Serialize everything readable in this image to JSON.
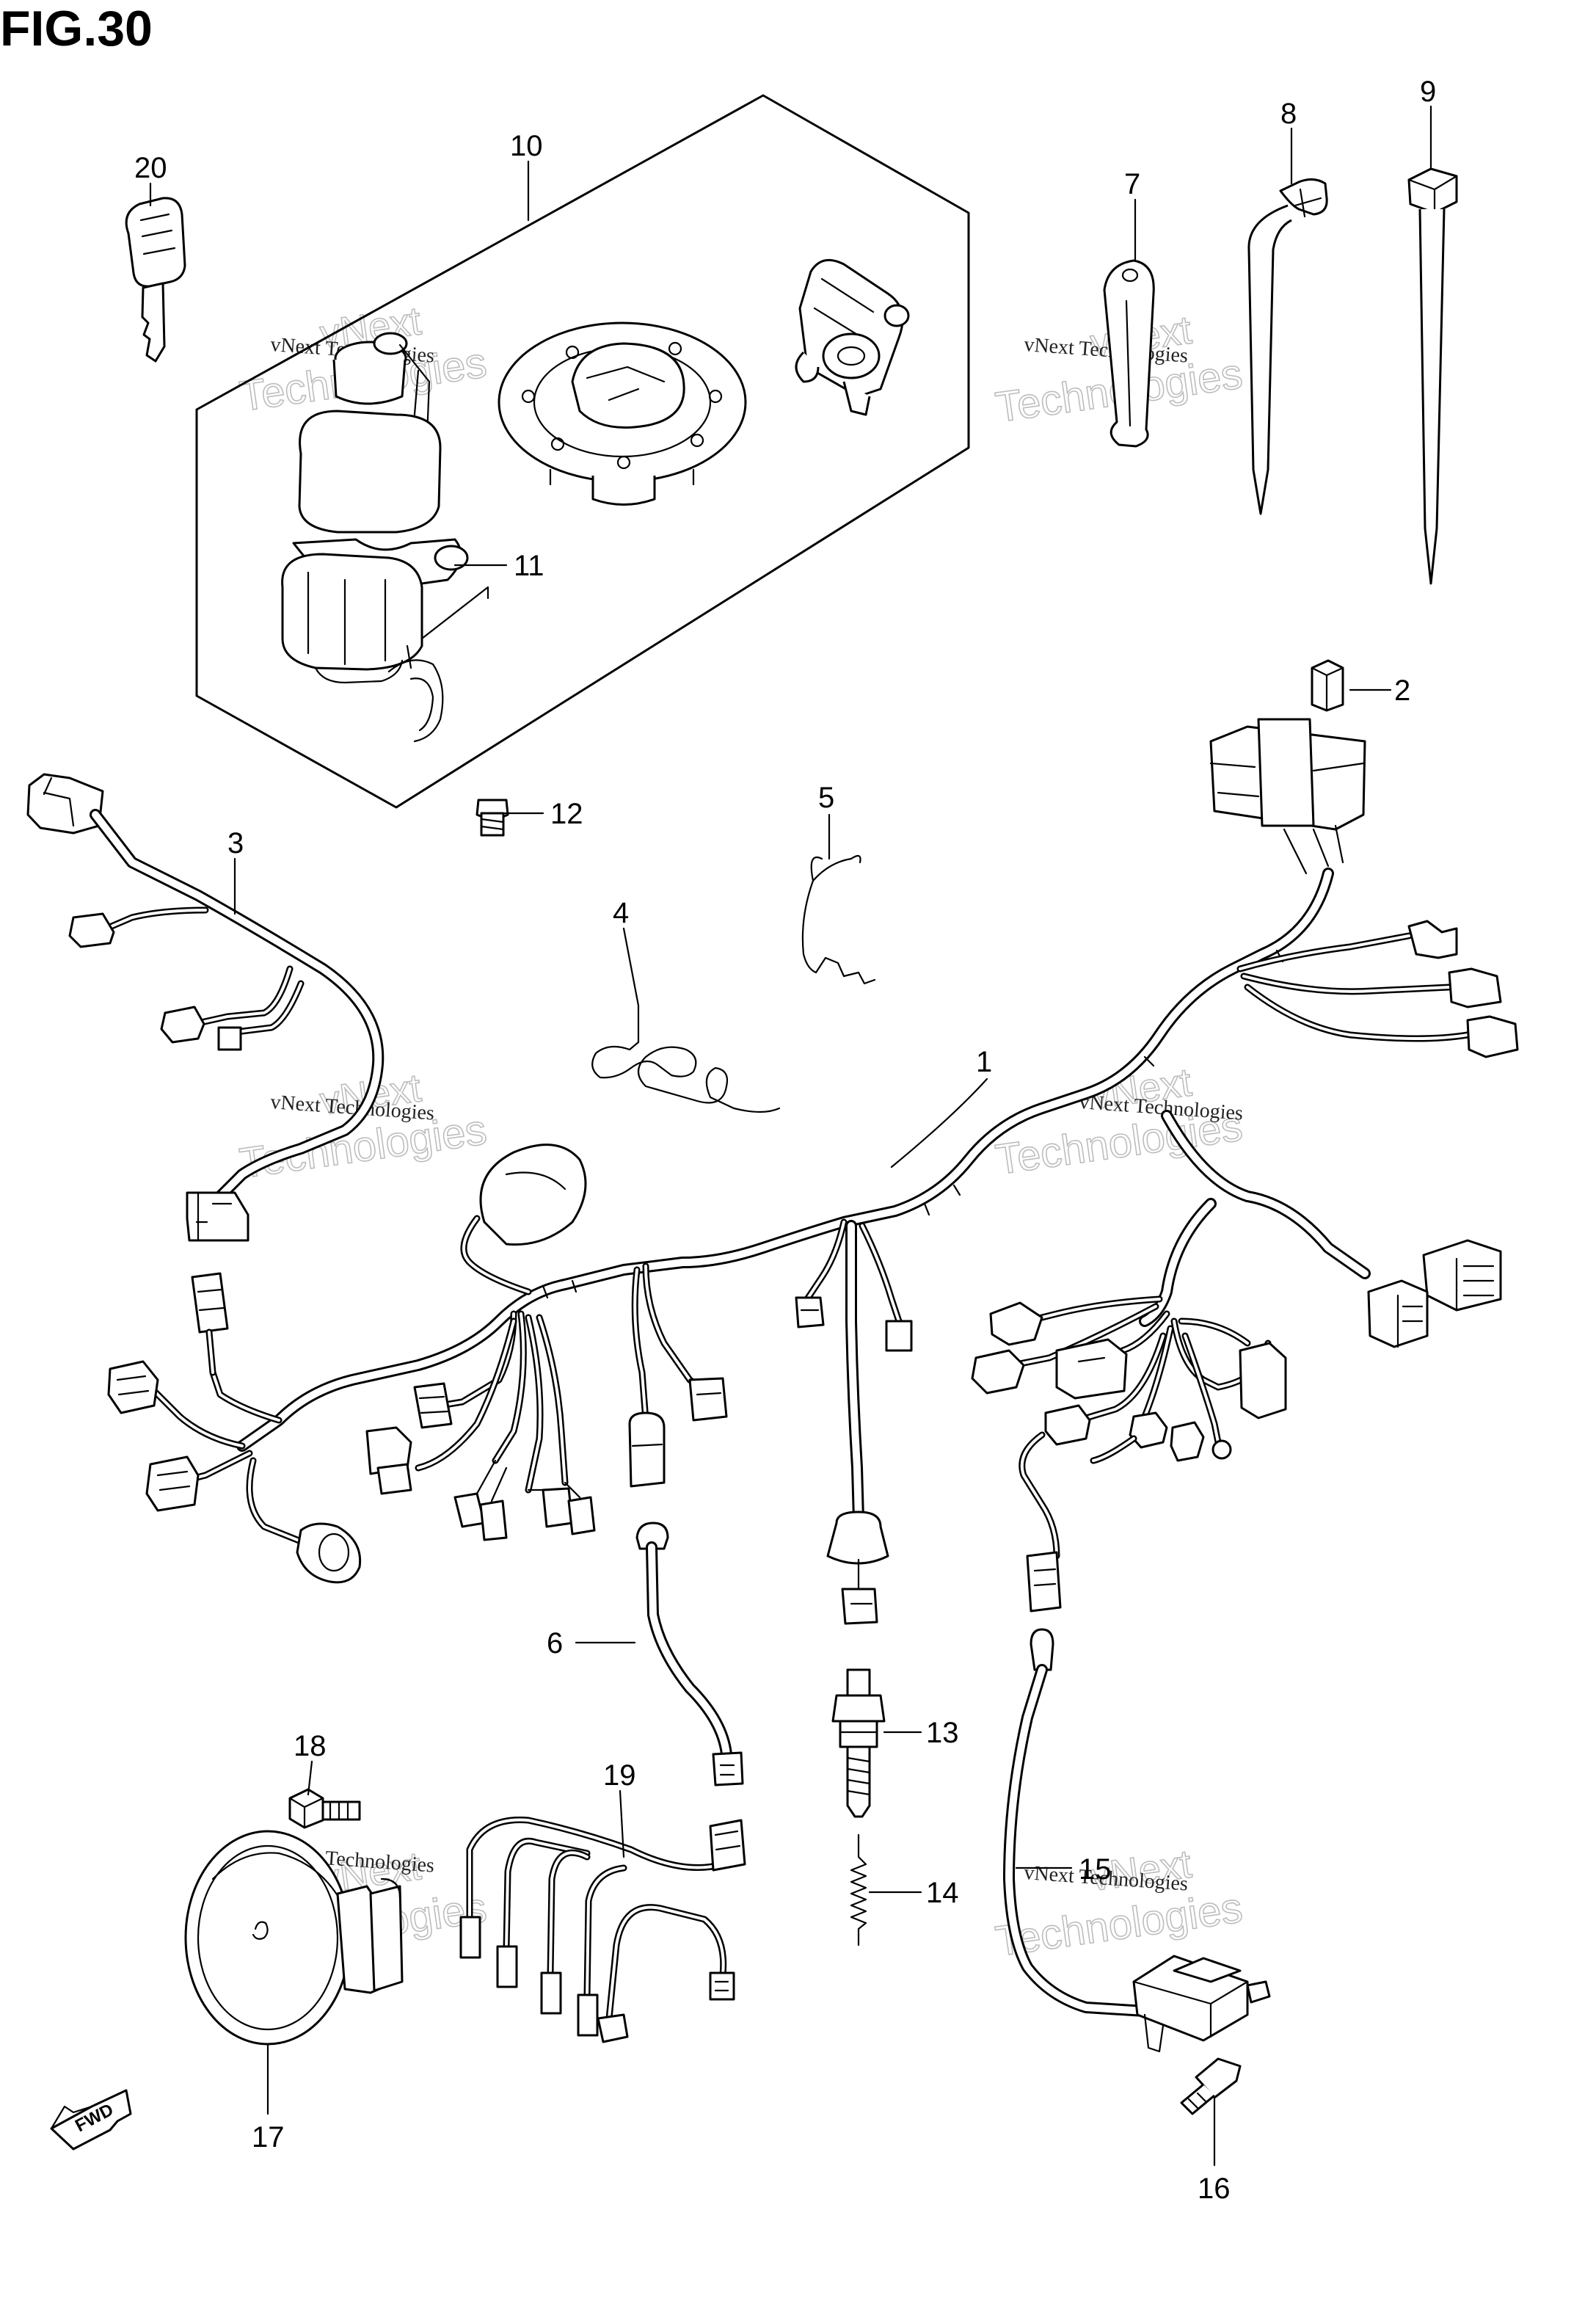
{
  "figure": {
    "title": "FIG.30"
  },
  "watermark": {
    "line1": "vNext Technologies",
    "line2": "Technologies",
    "line3": "vNext"
  },
  "fwd_label": "FWD",
  "callouts": {
    "p1": "1",
    "p2": "2",
    "p3": "3",
    "p4": "4",
    "p5": "5",
    "p6": "6",
    "p7": "7",
    "p8": "8",
    "p9": "9",
    "p10": "10",
    "p11": "11",
    "p12": "12",
    "p13": "13",
    "p14": "14",
    "p15": "15",
    "p16": "16",
    "p17": "17",
    "p18": "18",
    "p19": "19",
    "p20": "20"
  }
}
